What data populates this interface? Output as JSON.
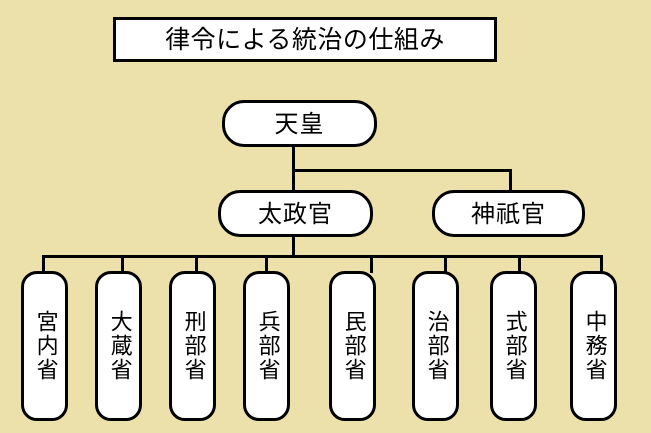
{
  "page": {
    "background_color": "#ece0ab",
    "node_fill_color": "#ffffff",
    "line_color": "#000000"
  },
  "title": {
    "text": "律令による統治の仕組み"
  },
  "chart_data": {
    "type": "diagram",
    "title": "律令による統治の仕組み",
    "nodes": [
      {
        "id": "tenno",
        "label": "天皇",
        "level": 0,
        "shape": "rounded-rect",
        "orientation": "horizontal"
      },
      {
        "id": "daijokan",
        "label": "太政官",
        "level": 1,
        "shape": "rounded-rect",
        "orientation": "horizontal"
      },
      {
        "id": "jingikan",
        "label": "神祇官",
        "level": 1,
        "shape": "rounded-rect",
        "orientation": "horizontal"
      },
      {
        "id": "kunaisho",
        "label": "宮内省",
        "level": 2,
        "shape": "rounded-rect",
        "orientation": "vertical"
      },
      {
        "id": "okurasho",
        "label": "大蔵省",
        "level": 2,
        "shape": "rounded-rect",
        "orientation": "vertical"
      },
      {
        "id": "gyobusho",
        "label": "刑部省",
        "level": 2,
        "shape": "rounded-rect",
        "orientation": "vertical"
      },
      {
        "id": "hyobusho",
        "label": "兵部省",
        "level": 2,
        "shape": "rounded-rect",
        "orientation": "vertical"
      },
      {
        "id": "minbusho",
        "label": "民部省",
        "level": 2,
        "shape": "rounded-rect",
        "orientation": "vertical"
      },
      {
        "id": "jibusho",
        "label": "治部省",
        "level": 2,
        "shape": "rounded-rect",
        "orientation": "vertical"
      },
      {
        "id": "shikibusho",
        "label": "式部省",
        "level": 2,
        "shape": "rounded-rect",
        "orientation": "vertical"
      },
      {
        "id": "nakatsukasasho",
        "label": "中務省",
        "level": 2,
        "shape": "rounded-rect",
        "orientation": "vertical"
      }
    ],
    "edges": [
      {
        "from": "tenno",
        "to": "daijokan"
      },
      {
        "from": "tenno",
        "to": "jingikan"
      },
      {
        "from": "daijokan",
        "to": "kunaisho"
      },
      {
        "from": "daijokan",
        "to": "okurasho"
      },
      {
        "from": "daijokan",
        "to": "gyobusho"
      },
      {
        "from": "daijokan",
        "to": "hyobusho"
      },
      {
        "from": "daijokan",
        "to": "minbusho"
      },
      {
        "from": "daijokan",
        "to": "jibusho"
      },
      {
        "from": "daijokan",
        "to": "shikibusho"
      },
      {
        "from": "daijokan",
        "to": "nakatsukasasho"
      }
    ]
  },
  "levels": {
    "emperor": {
      "label": "天皇"
    },
    "councils": [
      {
        "label": "太政官"
      },
      {
        "label": "神祇官"
      }
    ],
    "ministries": [
      {
        "label": "宮内省"
      },
      {
        "label": "大蔵省"
      },
      {
        "label": "刑部省"
      },
      {
        "label": "兵部省"
      },
      {
        "label": "民部省"
      },
      {
        "label": "治部省"
      },
      {
        "label": "式部省"
      },
      {
        "label": "中務省"
      }
    ]
  }
}
